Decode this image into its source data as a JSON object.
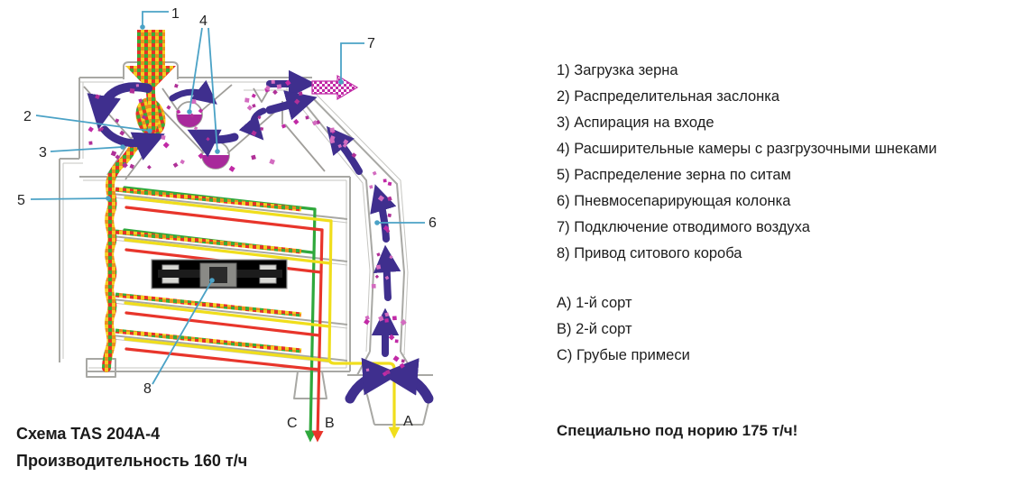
{
  "diagram": {
    "callouts": [
      "1",
      "2",
      "3",
      "4",
      "5",
      "6",
      "7",
      "8"
    ],
    "outputs": [
      "C",
      "B",
      "A"
    ],
    "colors": {
      "callout_line": "#4BA2C6",
      "air_arrow": "#3F2F8E",
      "dust": "#C12AA6",
      "grade_a_yellow": "#F0DE1C",
      "grade_b_red": "#E8352B",
      "grade_c_green": "#2FA83C",
      "grain_red": "#E53228",
      "grain_green": "#3CAB37",
      "grain_yellow": "#F0D020",
      "grain_orange": "#EF8B1F",
      "sediment_purple": "#A8299B",
      "outline_gray": "#A8A8A4"
    }
  },
  "legend": {
    "items": [
      "1) Загрузка зерна",
      "2) Распределительная заслонка",
      "3) Аспирация на входе",
      "4) Расширительные камеры с разгрузочными шнеками",
      "5) Распределение зерна по ситам",
      "6) Пневмосепарирующая колонка",
      "7) Подключение отводимого воздуха",
      "8) Привод ситового короба"
    ],
    "grades": [
      "A) 1-й сорт",
      "B) 2-й сорт",
      "C) Грубые примеси"
    ],
    "note": "Специально под норию 175 т/ч!"
  },
  "caption": {
    "line1": "Схема TAS 204A-4",
    "line2": "Производительность 160 т/ч"
  }
}
